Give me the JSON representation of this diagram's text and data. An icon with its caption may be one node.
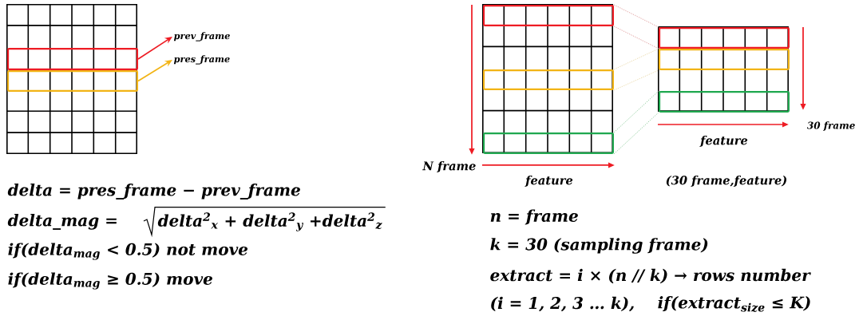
{
  "diagram": {
    "nodes": [
      {
        "text": [],
        "shape": "box"
      },
      {
        "text": [],
        "shape": "bar",
        "in": 0
      },
      {
        "text": [],
        "shape": "bar",
        "in": 0
      },
      {
        "text": [
          "prev_frame"
        ]
      },
      {
        "text": [
          "pres_frame"
        ]
      },
      {
        "text": [],
        "shape": "box"
      },
      {
        "text": [],
        "shape": "bar",
        "in": 5
      },
      {
        "text": [],
        "shape": "bar",
        "in": 5
      },
      {
        "text": [],
        "shape": "bar",
        "in": 5
      },
      {
        "text": [],
        "shape": "box"
      },
      {
        "text": [],
        "shape": "bar",
        "in": 9
      },
      {
        "text": [],
        "shape": "bar",
        "in": 9
      },
      {
        "text": [],
        "shape": "bar",
        "in": 9
      }
    ],
    "edges": [
      {
        "from": 1,
        "to": 3,
        "arrow": "to",
        "color": "#ee1c24"
      },
      {
        "from": 2,
        "to": 4,
        "arrow": "to",
        "color": "#f2b416"
      },
      {
        "from": 6,
        "to": 10,
        "arrow": "none",
        "style": "dashed",
        "color": "#d98c8c"
      },
      {
        "from": 6,
        "to": 10,
        "arrow": "none",
        "style": "dashed",
        "color": "#d98c8c"
      },
      {
        "from": 7,
        "to": 11,
        "arrow": "none",
        "style": "dashed",
        "color": "#e6d39c"
      },
      {
        "from": 7,
        "to": 11,
        "arrow": "none",
        "style": "dashed",
        "color": "#e6d39c"
      },
      {
        "from": 8,
        "to": 12,
        "arrow": "none",
        "style": "dashed",
        "color": "#7fc48e"
      },
      {
        "from": 8,
        "to": 12,
        "arrow": "none",
        "style": "dashed",
        "color": "#7fc48e"
      }
    ],
    "labels": [
      "30 frame",
      "feature",
      "N frame",
      "feature",
      "(30 frame,feature)",
      "delta = pres_frame − prev_frame",
      "delta_mag =",
      "delta$^{2}$$_{x}$ + delta$^{2}$$_{y}$ +delta$^{2}$$_{z}$",
      "if(delta$_{mag}$ < 0.5) not move",
      "if(delta$_{mag}$ ≥ 0.5) move",
      "n = frame",
      "k = 30 (sampling frame)",
      "extract = i × (n // k) → rows number",
      "(i = 1, 2, 3 … k),",
      "if(extract$_{size}$ ≤ K)"
    ]
  }
}
